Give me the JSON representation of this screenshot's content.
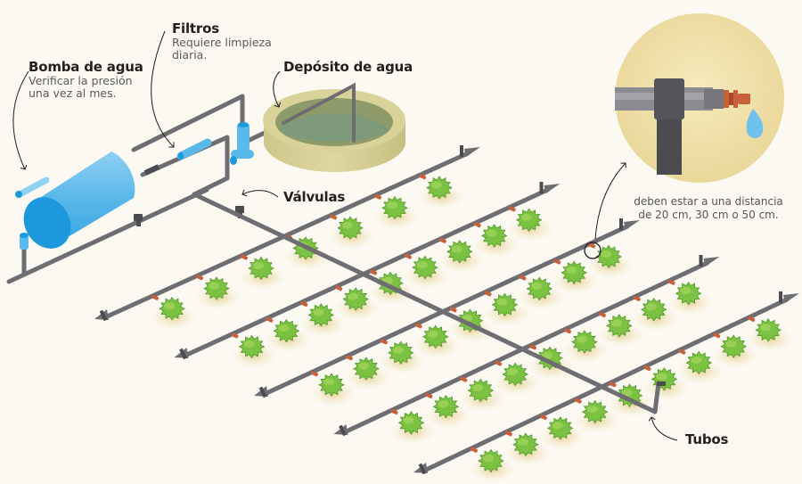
{
  "labels": {
    "pump": {
      "title": "Bomba de agua",
      "description": [
        "Verificar la presión",
        "una vez al mes."
      ]
    },
    "filters": {
      "title": "Filtros",
      "description": [
        "Requiere limpieza",
        "diaria."
      ]
    },
    "tank": {
      "title": "Depósito de agua"
    },
    "valves": {
      "title": "Válvulas"
    },
    "pipes": {
      "title": "Tubos"
    },
    "dripper_detail": {
      "caption": [
        "deben estar a una distancia",
        "de 20 cm, 30 cm o 50 cm."
      ]
    }
  },
  "diagram": {
    "lateral_lines": 5,
    "plants_per_line": [
      7,
      9,
      9,
      9,
      9
    ],
    "icons": [
      "water-pump-icon",
      "filter-icon",
      "water-tank-icon",
      "valve-icon",
      "dripper-icon",
      "water-drop-icon",
      "plant-icon"
    ]
  },
  "colors": {
    "background": "#fbf9f2",
    "pipe": "#6e6d72",
    "pipe_dark": "#4c4b50",
    "pump_blue": "#5bb8ea",
    "pump_blue_dark": "#1e98dc",
    "tank_rim": "#d9d39a",
    "tank_water": "#7f9a7a",
    "plant_green": "#7cc242",
    "plant_dark": "#4f9a2a",
    "plant_shadow": "#e9d9a8",
    "dripper_orange": "#c8603a",
    "detail_circle": "#f1e2aa"
  }
}
